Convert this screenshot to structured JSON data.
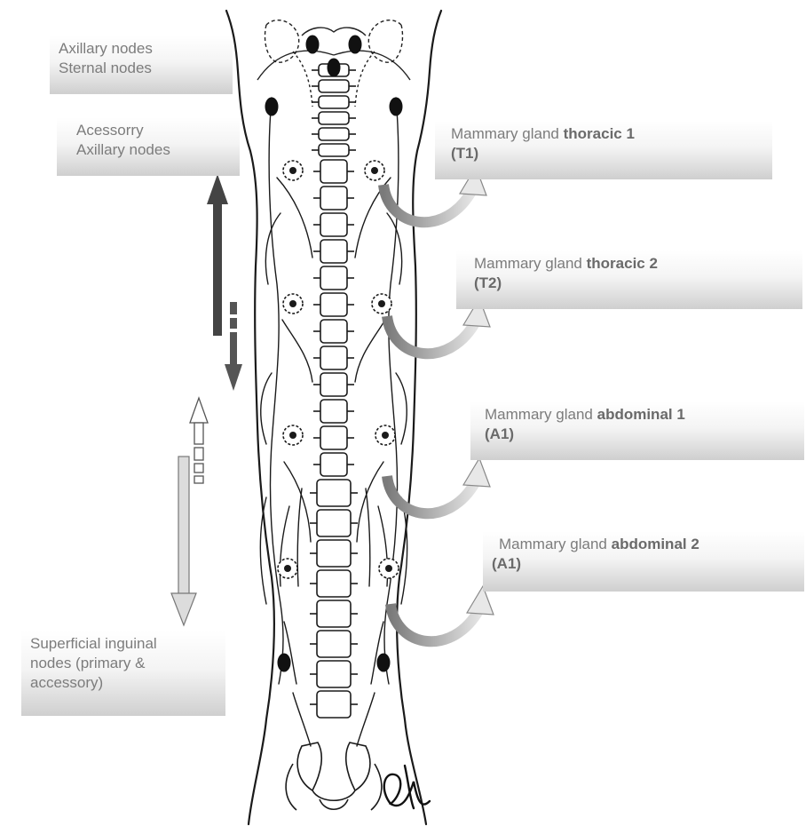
{
  "labels": {
    "axillary_sternal": {
      "line1": "Axillary nodes",
      "line2": "Sternal nodes"
    },
    "accessory_axillary": {
      "line1": "Acessorry",
      "line2": "Axillary nodes"
    },
    "inguinal": {
      "line1": "Superficial inguinal",
      "line2": "nodes (primary &",
      "line3": "accessory)"
    },
    "t1": {
      "prefix": "Mammary gland ",
      "bold": "thoracic 1",
      "code": "(T1)"
    },
    "t2": {
      "prefix": "Mammary gland ",
      "bold": "thoracic 2",
      "code": "(T2)"
    },
    "a1": {
      "prefix": "Mammary gland ",
      "bold": "abdominal 1",
      "code": "(A1)"
    },
    "a2": {
      "prefix": "Mammary gland ",
      "bold": "abdominal 2",
      "code": "(A1)"
    }
  },
  "colors": {
    "outline": "#1a1a1a",
    "dark_arrow": "#444444",
    "light_arrow": "#d8d8d8",
    "curved_arrow": "#8a8a8a",
    "label_text": "#7c7c7c"
  },
  "icons": {
    "gland": "mammary-gland-icon",
    "lymph_node": "lymph-node-icon",
    "signature": "signature-icon"
  }
}
